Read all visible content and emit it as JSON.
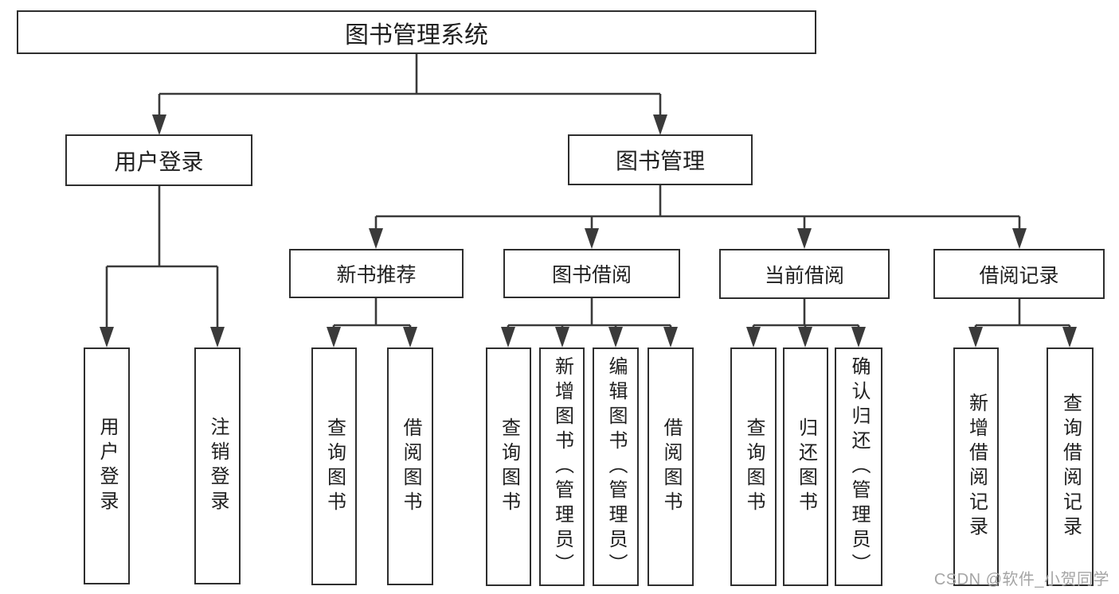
{
  "tree": {
    "root": "图书管理系统",
    "level2": [
      "用户登录",
      "图书管理"
    ],
    "level3": [
      "新书推荐",
      "图书借阅",
      "当前借阅",
      "借阅记录"
    ],
    "leaves": {
      "user_login": [
        "用户登录",
        "注销登录"
      ],
      "new_book_recommend": [
        "查询图书",
        "借阅图书"
      ],
      "book_borrow": [
        "查询图书",
        "新增图书（管理员）",
        "编辑图书（管理员）",
        "借阅图书"
      ],
      "current_borrow": [
        "查询图书",
        "归还图书",
        "确认归还（管理员）"
      ],
      "borrow_records": [
        "新增借阅记录",
        "查询借阅记录"
      ]
    }
  },
  "watermark": "CSDN @软件_小贺同学",
  "colors": {
    "background": "#ffffff",
    "box_border": "#2e2e2e",
    "connector_line": "#3a3a3a",
    "text": "#1f1f1f",
    "watermark": "#a5a5a5"
  }
}
